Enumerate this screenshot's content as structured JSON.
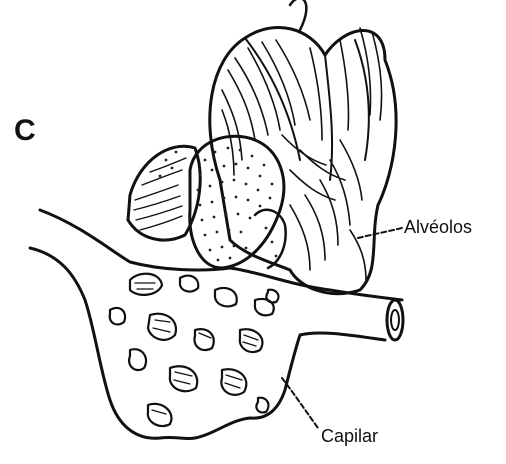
{
  "figure": {
    "panel_letter": "C",
    "labels": {
      "alveolos": "Alvéolos",
      "capilar": "Capilar"
    },
    "ink_color": "#111111",
    "background_color": "#ffffff",
    "dot_color": "#222222"
  }
}
